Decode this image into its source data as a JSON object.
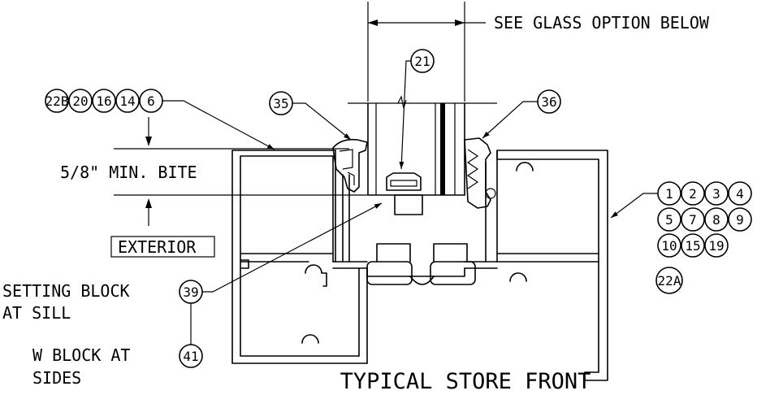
{
  "title": "TYPICAL STORE FRONT",
  "glass_note": "SEE GLASS OPTION BELOW",
  "bite_label": "5/8\" MIN. BITE",
  "exterior_label": "EXTERIOR",
  "setting_block_line1": "SETTING BLOCK",
  "setting_block_line2": "AT SILL",
  "w_block_line1": "W BLOCK AT",
  "w_block_line2": "SIDES",
  "callouts": {
    "c21": "21",
    "c22b": "22B",
    "c20": "20",
    "c16": "16",
    "c14": "14",
    "c6": "6",
    "c35": "35",
    "c36": "36",
    "c39": "39",
    "c41": "41",
    "c1": "1",
    "c2": "2",
    "c3": "3",
    "c4": "4",
    "c5": "5",
    "c7": "7",
    "c8": "8",
    "c9": "9",
    "c10": "10",
    "c15": "15",
    "c19": "19",
    "c22a": "22A"
  }
}
